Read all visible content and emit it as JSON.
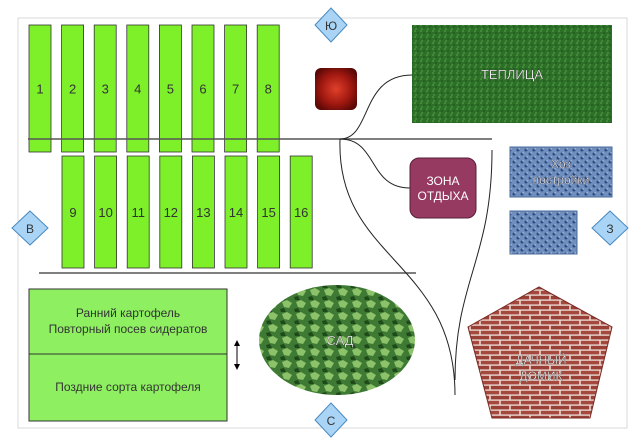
{
  "beds_top": [
    "1",
    "2",
    "3",
    "4",
    "5",
    "6",
    "7",
    "8"
  ],
  "beds_bottom": [
    "9",
    "10",
    "11",
    "12",
    "13",
    "14",
    "15",
    "16"
  ],
  "compass": {
    "south": "Ю",
    "east": "В",
    "west": "З",
    "north": "С"
  },
  "zones": {
    "greenhouse": "ТЕПЛИЦА",
    "rest_zone": [
      "ЗОНА",
      "ОТДЫХА"
    ],
    "outbuildings": [
      "Хоз",
      "постройки"
    ],
    "orchard": "САД",
    "house": [
      "ДАЧНЫЙ",
      "ДОМИК"
    ]
  },
  "potato": {
    "top": [
      "Ранний картофель",
      "Повторный посев сидератов"
    ],
    "bottom": "Поздние сорта картофеля"
  },
  "colors": {
    "bed": "#7ef02a",
    "greenhouse": "#2f7a2a",
    "rest": "#963a62",
    "outbuildings": "#5b7fb4",
    "brick": "#a5483e",
    "compass": "#a9d4f5"
  }
}
